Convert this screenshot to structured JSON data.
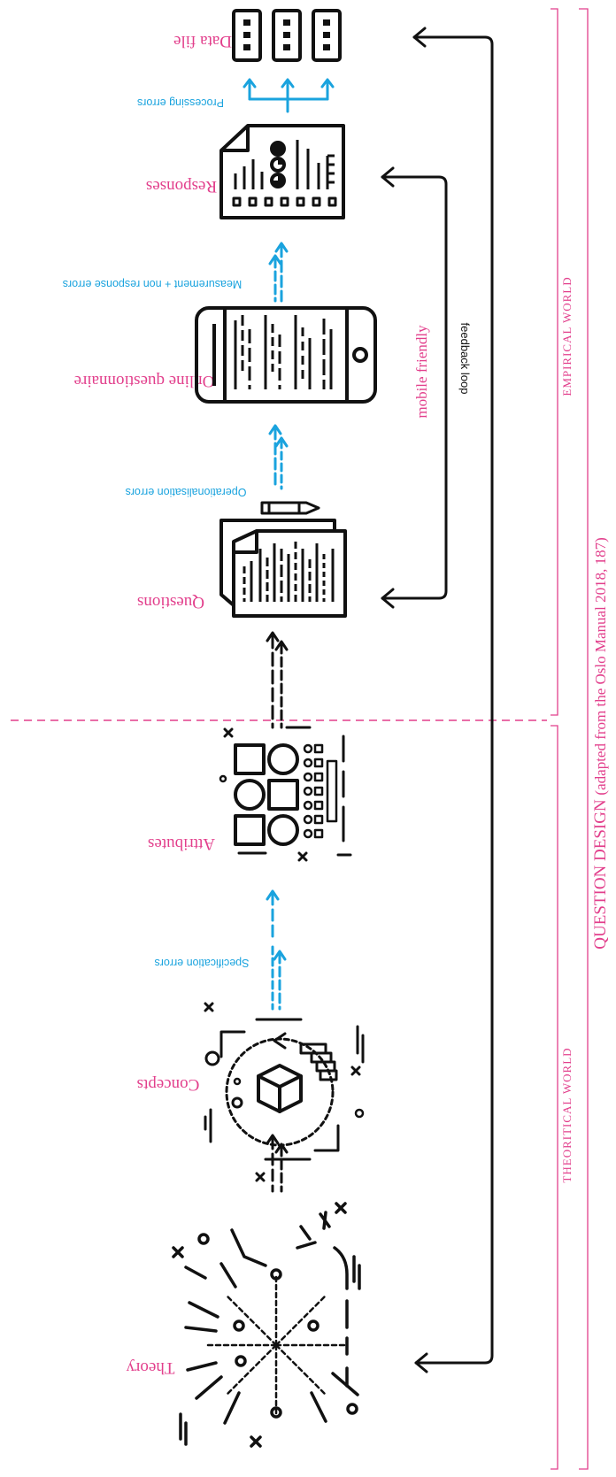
{
  "caption": {
    "title": "QUESTION DESIGN",
    "source": "(adapted from the Oslo Manual 2018, 187)"
  },
  "sections": {
    "empirical": "EMPIRICAL WORLD",
    "theoretical": "THEORITICAL WORLD"
  },
  "stages": {
    "data_file": "Data file",
    "responses": "Responses",
    "online_questionnaire": "Online questionnaire",
    "questions": "Questions",
    "attributes": "Attributes",
    "concepts": "Concepts",
    "theory": "Theory"
  },
  "errors": {
    "processing": "Processing errors",
    "measurement": "Measurement + non response errors",
    "operationalisation": "Operationalisation errors",
    "specification": "Specification errors"
  },
  "notes": {
    "mobile_friendly": "mobile friendly",
    "feedback_loop": "feedback loop"
  },
  "colors": {
    "label": "#e23f8c",
    "error": "#1aa3de",
    "ink": "#111111"
  }
}
